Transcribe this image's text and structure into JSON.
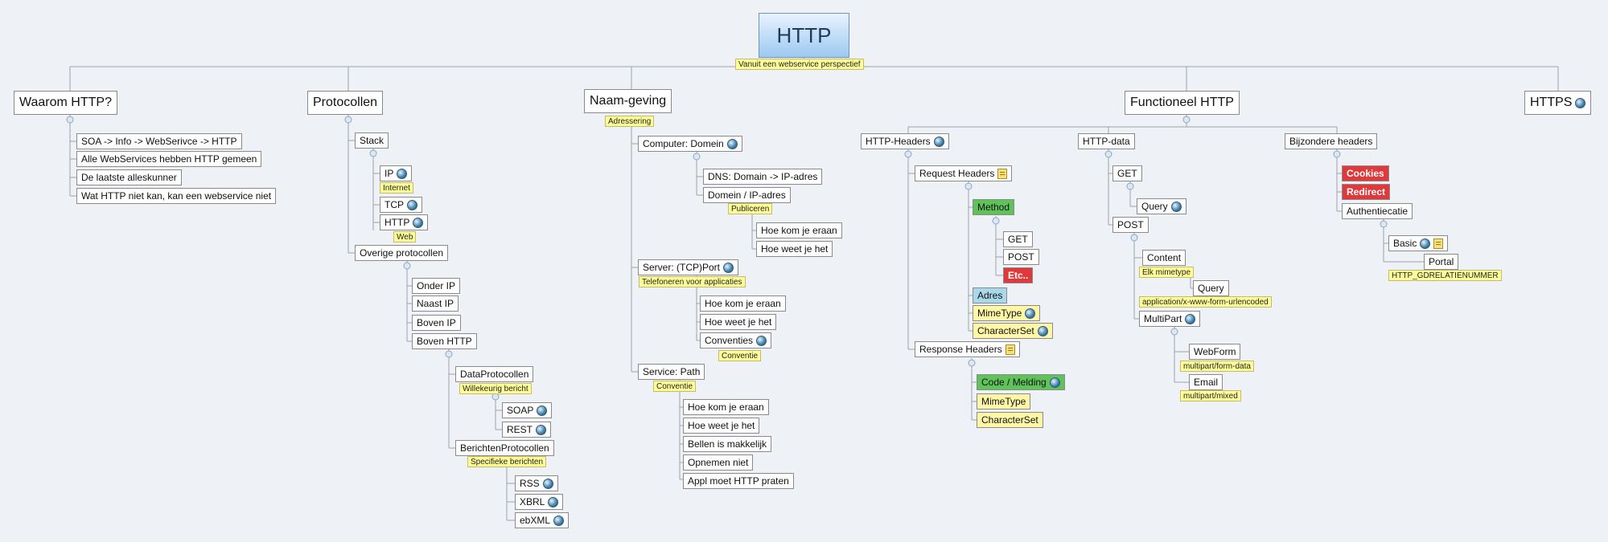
{
  "root": {
    "label": "HTTP",
    "note": "Vanuit een webservice perspectief"
  },
  "branches": {
    "waarom": {
      "label": "Waarom HTTP?",
      "items": [
        "SOA -> Info -> WebSerivce -> HTTP",
        "Alle WebServices hebben HTTP gemeen",
        "De laatste alleskunner",
        "Wat HTTP niet kan, kan een webservice niet"
      ]
    },
    "protocollen": {
      "label": "Protocollen",
      "stack": "Stack",
      "ip": "IP",
      "ip_note": "Internet",
      "tcp": "TCP",
      "http": "HTTP",
      "http_note": "Web",
      "overige": "Overige protocollen",
      "onder_ip": "Onder IP",
      "naast_ip": "Naast IP",
      "boven_ip": "Boven IP",
      "boven_http": "Boven HTTP",
      "data": "DataProtocollen",
      "data_note": "Willekeurig bericht",
      "soap": "SOAP",
      "rest": "REST",
      "berichten": "BerichtenProtocollen",
      "berichten_note": "Specifieke berichten",
      "rss": "RSS",
      "xbrl": "XBRL",
      "ebxml": "ebXML"
    },
    "naamgeving": {
      "label": "Naam-geving",
      "note": "Adressering",
      "computer": "Computer: Domein",
      "dns": "DNS: Domain -> IP-adres",
      "domein_ip": "Domein / IP-adres",
      "domein_note": "Publiceren",
      "d_hoe_kom": "Hoe kom je eraan",
      "d_hoe_weet": "Hoe weet je het",
      "server": "Server: (TCP)Port",
      "server_note": "Telefoneren voor applicaties",
      "s_hoe_kom": "Hoe kom je eraan",
      "s_hoe_weet": "Hoe weet je het",
      "conventies": "Conventies",
      "conventies_note": "Conventie",
      "service": "Service: Path",
      "service_note": "Conventie",
      "p_hoe_kom": "Hoe kom je eraan",
      "p_hoe_weet": "Hoe weet je het",
      "bellen": "Bellen is makkelijk",
      "opnemen": "Opnemen niet",
      "appl": "Appl moet HTTP praten"
    },
    "functioneel": {
      "label": "Functioneel HTTP",
      "headers": "HTTP-Headers",
      "request": "Request Headers",
      "method": "Method",
      "get": "GET",
      "post": "POST",
      "etc": "Etc..",
      "adres": "Adres",
      "mimetype": "MimeType",
      "characterset": "CharacterSet",
      "response": "Response Headers",
      "code": "Code / Melding",
      "r_mimetype": "MimeType",
      "r_characterset": "CharacterSet",
      "httpdata": "HTTP-data",
      "hd_get": "GET",
      "hd_query": "Query",
      "hd_post": "POST",
      "content": "Content",
      "content_note": "Elk mimetype",
      "c_query": "Query",
      "c_query_note": "application/x-www-form-urlencoded",
      "multipart": "MultiPart",
      "webform": "WebForm",
      "webform_note": "multipart/form-data",
      "email": "Email",
      "email_note": "multipart/mixed",
      "bijzondere": "Bijzondere headers",
      "cookies": "Cookies",
      "redirect": "Redirect",
      "auth": "Authentiecatie",
      "basic": "Basic",
      "portal": "Portal",
      "portal_note": "HTTP_GDRELATIENUMMER"
    },
    "https": {
      "label": "HTTPS"
    }
  }
}
